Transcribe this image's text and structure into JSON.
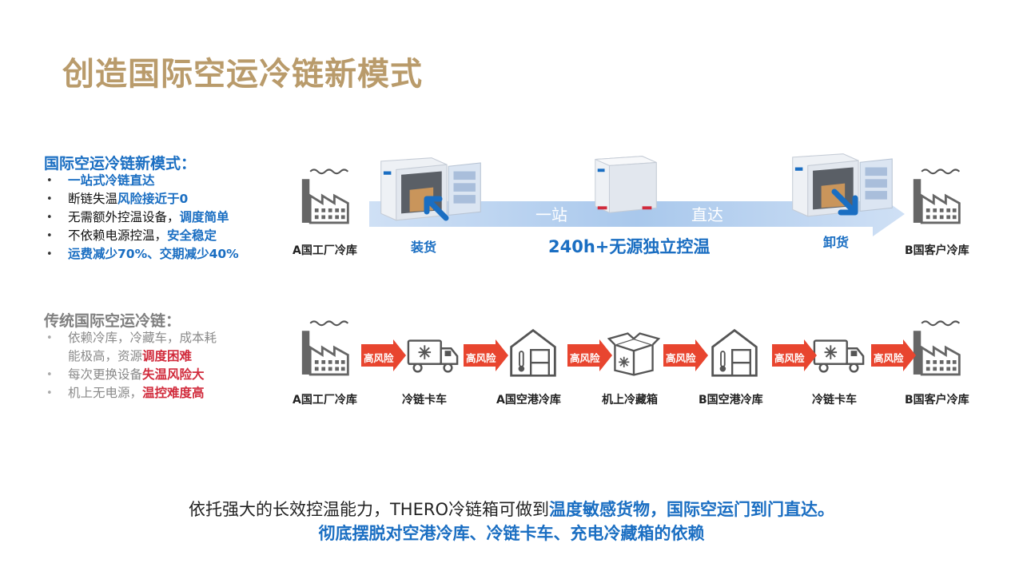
{
  "title": "创造国际空运冷链新模式",
  "new_mode": {
    "heading": "国际空运冷链新模式：",
    "items": [
      {
        "pre": "",
        "emph": "一站式冷链直达"
      },
      {
        "pre": "断链失温",
        "emph": "风险接近于0"
      },
      {
        "pre": "无需额外控温设备，",
        "emph": "调度简单"
      },
      {
        "pre": "不依赖电源控温，",
        "emph": "安全稳定"
      },
      {
        "pre": "",
        "emph": "运费减少70%、交期减少40%"
      }
    ],
    "flow": {
      "origin": "A国工厂冷库",
      "load": "装货",
      "bar_left": "一站",
      "bar_right": "直达",
      "center": "240h+无源独立控温",
      "unload": "卸货",
      "destination": "B国客户冷库"
    }
  },
  "traditional": {
    "heading": "传统国际空运冷链：",
    "items": [
      {
        "pre": "依赖冷库，冷藏车，成本耗",
        "line2_pre": "能极高，资源",
        "emph": "调度困难"
      },
      {
        "pre": "每次更换设备",
        "emph": "失温风险大"
      },
      {
        "pre": "机上无电源，",
        "emph": "温控难度高"
      }
    ],
    "risk_label": "高风险",
    "steps": [
      "A国工厂冷库",
      "冷链卡车",
      "A国空港冷库",
      "机上冷藏箱",
      "B国空港冷库",
      "冷链卡车",
      "B国客户冷库"
    ]
  },
  "bottom": {
    "line1_pre": "依托强大的长效控温能力，THERO冷链箱可做到",
    "line1_emph": "温度敏感货物，国际空运门到门直达。",
    "line2": "彻底摆脱对空港冷库、冷链卡车、充电冷藏箱的依赖"
  },
  "colors": {
    "title": "#b99b6b",
    "blue": "#1a6ec2",
    "red": "#d12b3c",
    "risk_arrow": "#e8452f",
    "bar": "#a9c8ec"
  }
}
